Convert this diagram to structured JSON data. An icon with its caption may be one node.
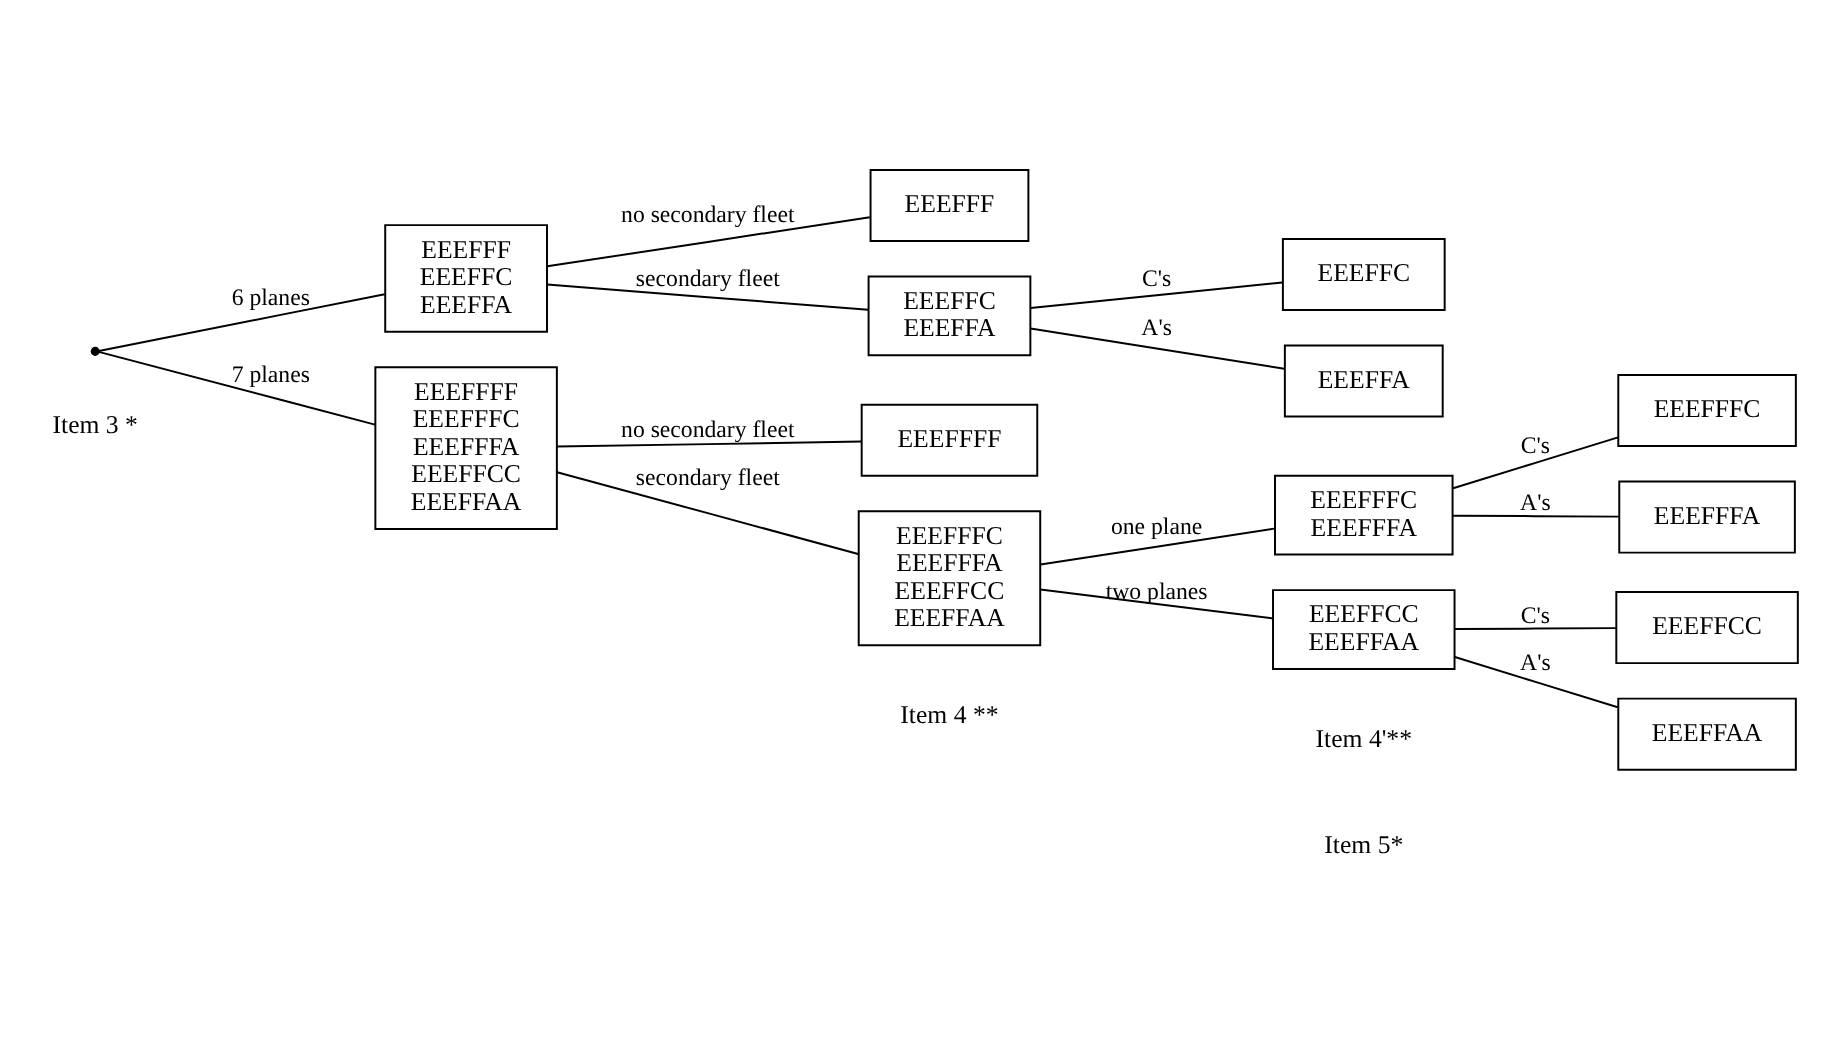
{
  "diagram": {
    "nodes": [
      {
        "text": [],
        "shape": "point"
      },
      {
        "text": [
          "EEEFFF",
          "EEEFFC",
          "EEEFFA"
        ]
      },
      {
        "text": [
          "EEEFFF"
        ]
      },
      {
        "text": [
          "EEEFFC",
          "EEEFFA"
        ]
      },
      {
        "text": [
          "EEEFFC"
        ]
      },
      {
        "text": [
          "EEEFFA"
        ]
      },
      {
        "text": [
          "EEEFFFF",
          "EEEFFFC",
          "EEEFFFA",
          "EEEFFCC",
          "EEEFFAA"
        ]
      },
      {
        "text": [
          "EEEFFFF"
        ]
      },
      {
        "text": [
          "EEEFFFC",
          "EEEFFFA",
          "EEEFFCC",
          "EEEFFAA"
        ]
      },
      {
        "text": [
          "EEEFFFC",
          "EEEFFFA"
        ]
      },
      {
        "text": [
          "EEEFFFC"
        ]
      },
      {
        "text": [
          "EEEFFFA"
        ]
      },
      {
        "text": [
          "EEEFFCC",
          "EEEFFAA"
        ]
      },
      {
        "text": [
          "EEEFFCC"
        ]
      },
      {
        "text": [
          "EEEFFAA"
        ]
      }
    ],
    "edges": [
      {
        "from": 0,
        "to": 1,
        "arrow": "none",
        "label": "6 planes"
      },
      {
        "from": 1,
        "to": 2,
        "arrow": "none",
        "label": "no secondary fleet"
      },
      {
        "from": 1,
        "to": 3,
        "arrow": "none",
        "label": "secondary fleet"
      },
      {
        "from": 3,
        "to": 4,
        "arrow": "none",
        "label": "C's"
      },
      {
        "from": 3,
        "to": 5,
        "arrow": "none",
        "label": "A's"
      },
      {
        "from": 0,
        "to": 6,
        "arrow": "none",
        "label": "7 planes"
      },
      {
        "from": 6,
        "to": 7,
        "arrow": "none",
        "label": "no secondary fleet"
      },
      {
        "from": 6,
        "to": 8,
        "arrow": "none",
        "label": "secondary fleet"
      },
      {
        "from": 8,
        "to": 9,
        "arrow": "none",
        "label": "one plane"
      },
      {
        "from": 9,
        "to": 10,
        "arrow": "none",
        "label": "C's"
      },
      {
        "from": 9,
        "to": 11,
        "arrow": "none",
        "label": "A's"
      },
      {
        "from": 8,
        "to": 12,
        "arrow": "none",
        "label": "two planes"
      },
      {
        "from": 12,
        "to": 13,
        "arrow": "none",
        "label": "C's"
      },
      {
        "from": 12,
        "to": 14,
        "arrow": "none",
        "label": "A's"
      }
    ],
    "labels": [
      "Item 4 **",
      "Item 5*",
      "Item 3 *",
      "Item 4'**"
    ]
  }
}
